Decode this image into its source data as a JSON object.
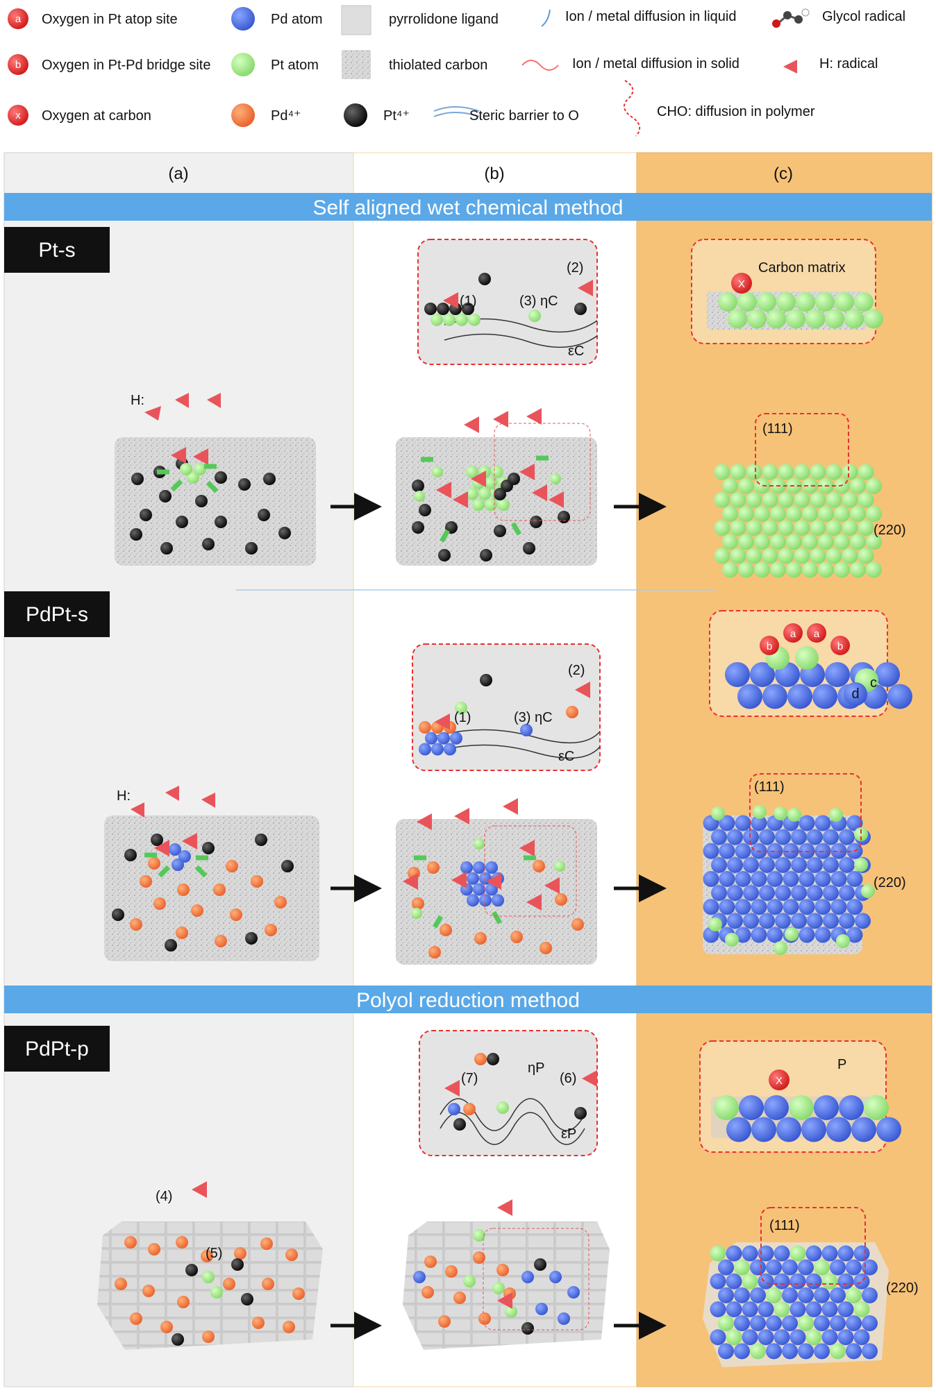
{
  "legend": {
    "oxygen_pt_atop": "Oxygen in Pt atop site",
    "oxygen_pt_pd_bridge": "Oxygen in Pt-Pd bridge site",
    "oxygen_carbon": "Oxygen at carbon",
    "pd_atom": "Pd atom",
    "pt_atom": "Pt atom",
    "pd4": "Pd⁴⁺",
    "pt4": "Pt⁴⁺",
    "pyrrolidone": "pyrrolidone ligand",
    "thiolated": "thiolated carbon",
    "steric": "Steric barrier to O",
    "diff_liquid": "Ion / metal diffusion in liquid",
    "diff_solid": "Ion / metal diffusion in solid",
    "cho_diff": "CHO: diffusion in polymer",
    "glycol": "Glycol radical",
    "h_radical": "H: radical",
    "marker_a": "a",
    "marker_b": "b",
    "marker_x": "x"
  },
  "columns": {
    "a": "(a)",
    "b": "(b)",
    "c": "(c)"
  },
  "banners": {
    "self_aligned": "Self aligned wet chemical method",
    "polyol": "Polyol reduction method"
  },
  "rows": {
    "pts": "Pt-s",
    "pdpts": "PdPt-s",
    "pdptp": "PdPt-p"
  },
  "labels": {
    "h": "H:",
    "carbon_matrix": "Carbon matrix",
    "plane_111": "(111)",
    "plane_220": "(220)",
    "step1": "(1)",
    "step2": "(2)",
    "step3": "(3)",
    "step4": "(4)",
    "step5": "(5)",
    "step6": "(6)",
    "step7": "(7)",
    "eta_c": "ηC",
    "eps_c": "εC",
    "eta_p": "ηP",
    "eps_p": "εP",
    "p": "P",
    "a": "a",
    "b": "b",
    "c": "c",
    "d": "d",
    "x": "X"
  },
  "colors": {
    "oxygen": "#e8262a",
    "pd_atom": "#4a6fe0",
    "pt_atom": "#9be87c",
    "pd4": "#f07a32",
    "pt4": "#111111",
    "banner": "#5aa8e8",
    "col_a": "#f2f2f2",
    "col_c": "#f6c278",
    "radical": "#e8545a",
    "arrow_green": "#55c85a"
  }
}
